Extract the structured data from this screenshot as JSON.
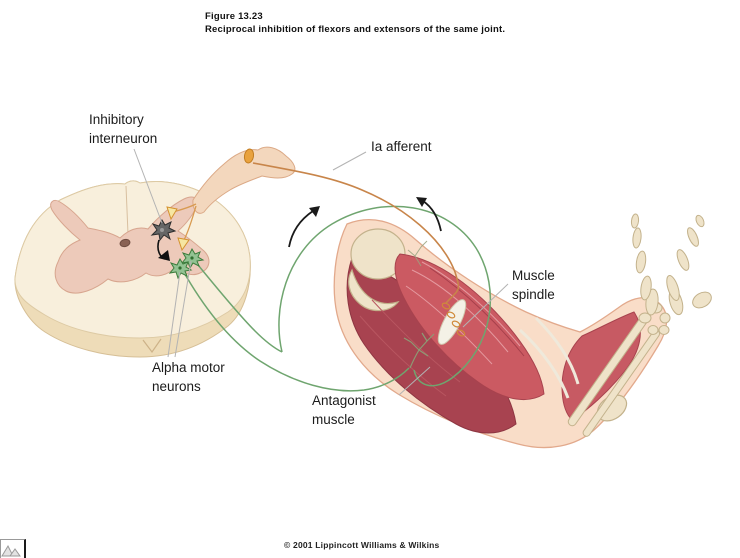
{
  "figure": {
    "number": "Figure 13.23",
    "caption": "Reciprocal inhibition of flexors and extensors of the same joint.",
    "copyright": "© 2001 Lippincott Williams & Wilkins"
  },
  "labels": {
    "inhibitory_interneuron": "Inhibitory\ninterneuron",
    "ia_afferent": "Ia afferent",
    "muscle_spindle": "Muscle\nspindle",
    "alpha_motor_neurons": "Alpha motor\nneurons",
    "antagonist_muscle": "Antagonist\nmuscle"
  },
  "colors": {
    "background": "#ffffff",
    "text": "#1b1b1b",
    "leader_line": "#b3b3b3",
    "ia_afferent_fiber": "#c8854a",
    "ganglion_cell": "#e9a23e",
    "efferent_fiber": "#6fa56f",
    "motor_neuron": "#92c292",
    "interneuron": "#666666",
    "synapse_terminal": "#f6e6a2",
    "gray_matter": "#edcaba",
    "white_matter": "#f8efdc",
    "muscle_red": "#cb5a62",
    "muscle_dark": "#a84350",
    "bone": "#efe3c9",
    "skin": "#f9ddc8",
    "arrow": "#111111"
  }
}
